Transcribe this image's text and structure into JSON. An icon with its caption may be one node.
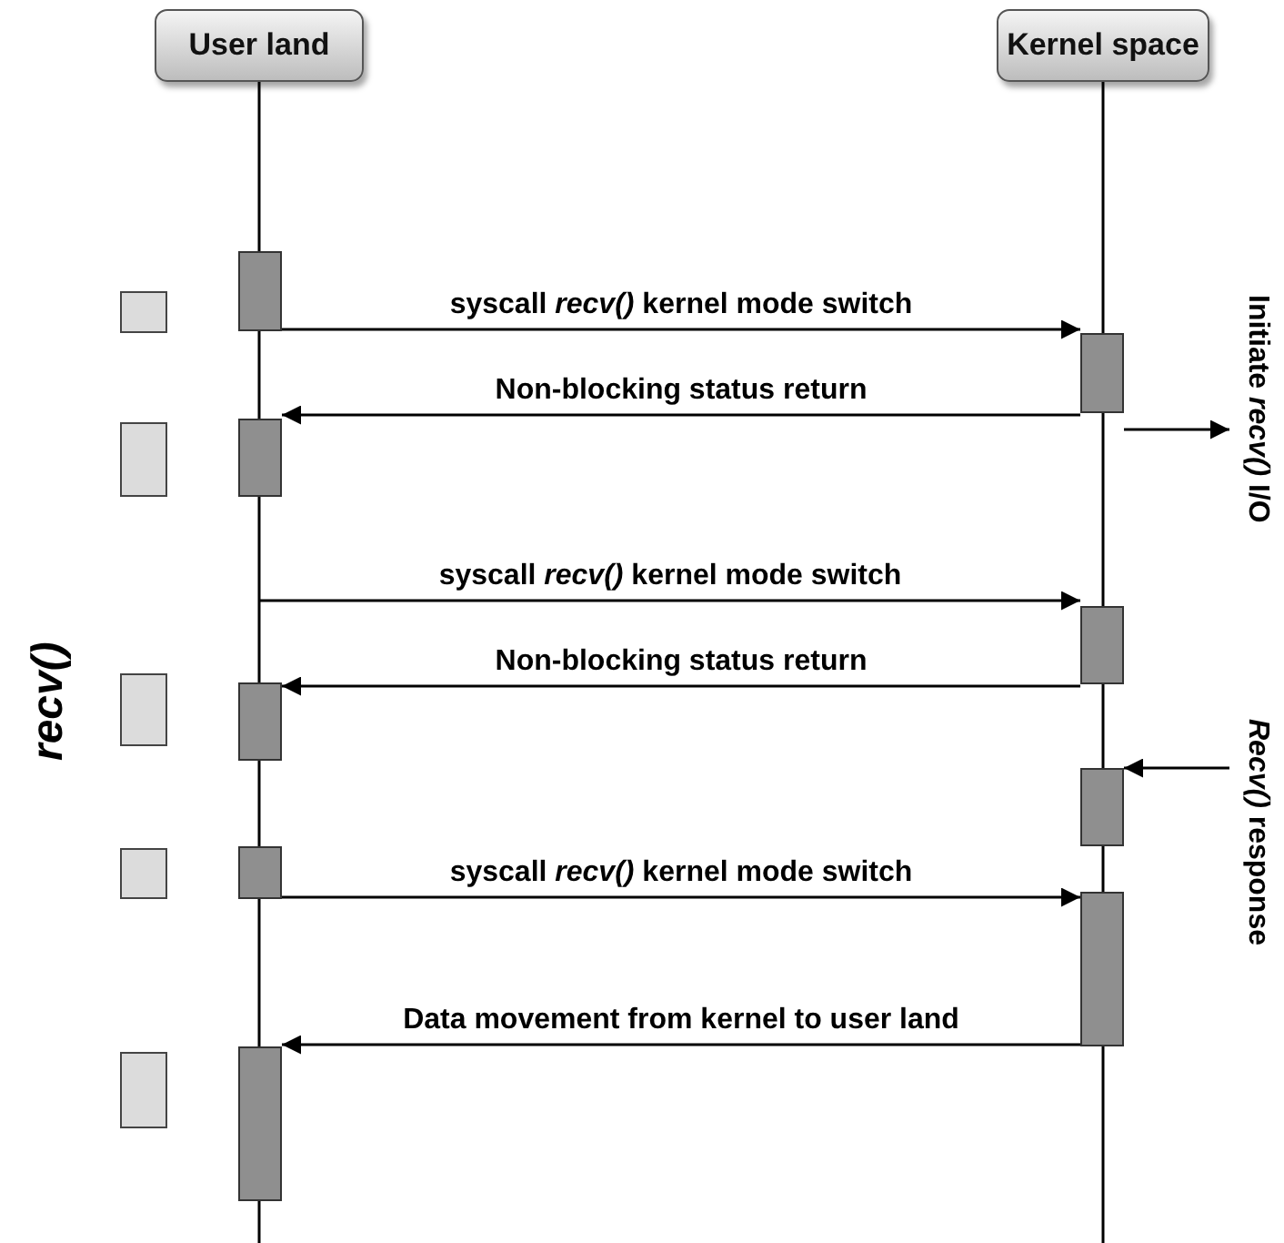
{
  "diagram": {
    "nodes": [
      {
        "text": [
          "User land"
        ]
      },
      {
        "text": [
          "Kernel space"
        ]
      },
      {
        "text": [
          "Initiate *recv()* I/O"
        ]
      },
      {
        "text": [
          "*Recv()* response"
        ]
      },
      {
        "text": [],
        "shape": "bar"
      },
      {
        "text": [],
        "shape": "bar"
      },
      {
        "text": [],
        "shape": "bar"
      },
      {
        "text": [],
        "shape": "bar"
      },
      {
        "text": [],
        "shape": "bar"
      },
      {
        "text": [],
        "shape": "bar"
      },
      {
        "text": [],
        "shape": "bar"
      },
      {
        "text": [],
        "shape": "bar"
      },
      {
        "text": [],
        "shape": "bar"
      },
      {
        "text": [],
        "shape": "box"
      },
      {
        "text": [],
        "shape": "box"
      },
      {
        "text": [],
        "shape": "box"
      },
      {
        "text": [],
        "shape": "box"
      },
      {
        "text": [],
        "shape": "box"
      }
    ],
    "edges": [
      {
        "from": 0,
        "to": null,
        "arrow": "none"
      },
      {
        "from": 1,
        "to": null,
        "arrow": "none"
      },
      {
        "from": 4,
        "to": 9,
        "arrow": "to",
        "label": "syscall *recv()* kernel mode switch"
      },
      {
        "from": 9,
        "to": 5,
        "arrow": "to",
        "label": "Non-blocking status return"
      },
      {
        "from": 9,
        "to": 2,
        "arrow": "to"
      },
      {
        "from": null,
        "to": 10,
        "arrow": "to",
        "label": "syscall *recv()* kernel mode switch"
      },
      {
        "from": 10,
        "to": 6,
        "arrow": "to",
        "label": "Non-blocking status return"
      },
      {
        "from": 3,
        "to": 11,
        "arrow": "to"
      },
      {
        "from": 7,
        "to": 12,
        "arrow": "to",
        "label": "syscall *recv()* kernel mode switch"
      },
      {
        "from": 12,
        "to": 8,
        "arrow": "to",
        "label": "Data movement from kernel to user land"
      }
    ],
    "labels": [
      "recv()"
    ]
  }
}
